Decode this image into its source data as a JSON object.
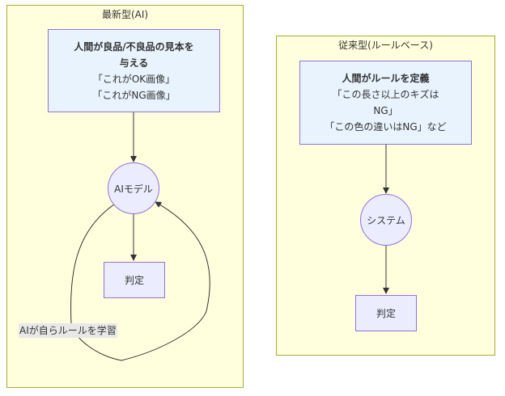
{
  "left_group": {
    "title": "最新型(AI)",
    "teach_node": {
      "line1": "人間が良品/不良品の見本を",
      "line2": "与える",
      "line3": "「これがOK画像」",
      "line4": "「これがNG画像」"
    },
    "model_node": "AIモデル",
    "judge_node": "判定",
    "loop_label": "AIが自らルールを学習"
  },
  "right_group": {
    "title": "従来型(ルールベース)",
    "rule_node": {
      "line1": "人間がルールを定義",
      "line2": "「この長さ以上のキズは",
      "line3": "NG」",
      "line4": "「この色の違いはNG」など"
    },
    "system_node": "システム",
    "judge_node": "判定"
  },
  "colors": {
    "cluster_fill": "#ffffde",
    "cluster_border": "#aaaa33",
    "node_fill": "#ececff",
    "highlight_fill": "#e8f3fd",
    "node_border": "#9370db",
    "edge": "#333333"
  }
}
